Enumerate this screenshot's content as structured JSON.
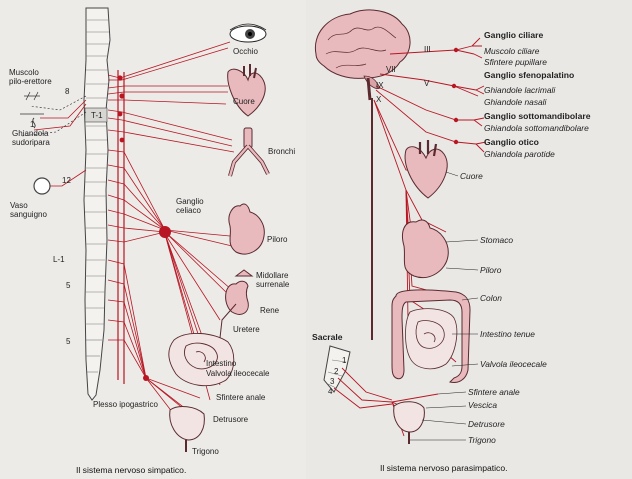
{
  "sympathetic": {
    "caption": "Il sistema nervoso simpatico.",
    "labels": {
      "muscolo": "Muscolo",
      "pilo_erettore": "pilo-erettore",
      "ghiandola": "Ghiandola",
      "sudoripara": "sudoripara",
      "vaso": "Vaso",
      "sanguigno": "sanguigno",
      "level_8": "8",
      "level_t1": "T-1",
      "level_12": "12",
      "level_l1": "L-1",
      "level_5a": "5",
      "level_5b": "5",
      "level_1": "1",
      "occhio": "Occhio",
      "cuore": "Cuore",
      "bronchi": "Bronchi",
      "ganglio": "Ganglio",
      "celiaco": "celiaco",
      "piloro": "Piloro",
      "midollare": "Midollare",
      "surrenale": "surrenale",
      "rene": "Rene",
      "uretere": "Uretere",
      "intestino": "Intestino",
      "valvola_ileocecale": "Valvola ileocecale",
      "sfintere_anale": "Sfintere anale",
      "plesso_ipogastrico": "Plesso ipogastrico",
      "detrusore": "Detrusore",
      "trigono": "Trigono"
    }
  },
  "parasympathetic": {
    "caption": "Il sistema nervoso parasimpatico.",
    "labels": {
      "ganglio_ciliare": "Ganglio ciliare",
      "muscolo_ciliare": "Muscolo ciliare",
      "sfintere_pupillare": "Sfintere pupillare",
      "ganglio_sfenopalatino": "Ganglio sfenopalatino",
      "ghiandole_lacrimali": "Ghiandole lacrimali",
      "ghiandole_nasali": "Ghiandole nasali",
      "ganglio_sottomandibolare": "Ganglio sottomandibolare",
      "ghiandola_sottomandibolare": "Ghiandola sottomandibolare",
      "ganglio_otico": "Ganglio otico",
      "ghiandola_parotide": "Ghiandola parotide",
      "cuore": "Cuore",
      "stomaco": "Stomaco",
      "piloro": "Piloro",
      "colon": "Colon",
      "intestino_tenue": "Intestino tenue",
      "valvola_ileocecale": "Valvola ileocecale",
      "sacrale": "Sacrale",
      "sfintere_anale": "Sfintere anale",
      "vescica": "Vescica",
      "detrusore": "Detrusore",
      "trigono": "Trigono",
      "nerve_iii": "III",
      "nerve_vii": "VII",
      "nerve_v": "V",
      "nerve_ix": "IX",
      "nerve_x": "X",
      "sacral_1": "1",
      "sacral_2": "2",
      "sacral_3": "3",
      "sacral_4": "4"
    }
  },
  "colors": {
    "nerve": "#b81622",
    "organ_fill": "#e8b9bd",
    "organ_stroke": "#5a2a2e",
    "spine_fill": "#f4f2ef",
    "spine_stroke": "#444444"
  }
}
